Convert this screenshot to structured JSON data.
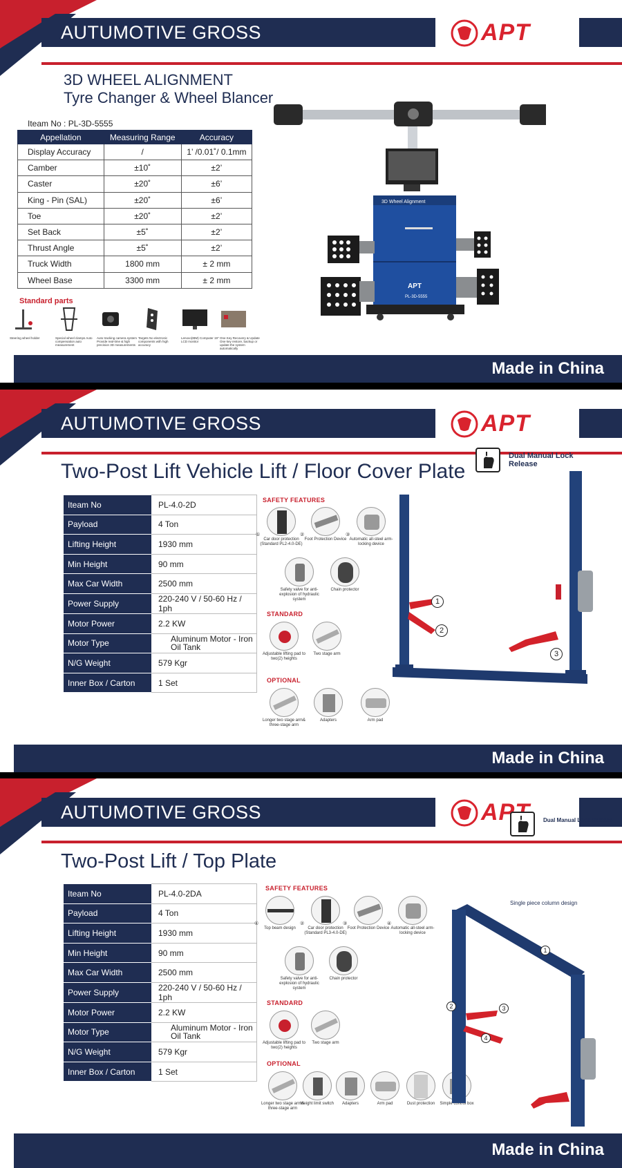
{
  "brand": {
    "company": "AUTUMOTIVE GROSS",
    "logo_text": "APT",
    "footer": "Made in China"
  },
  "page1": {
    "title": "3D WHEEL ALIGNMENT",
    "subtitle": "Tyre Changer & Wheel Blancer",
    "item_no": "Iteam No : PL-3D-5555",
    "headers": [
      "Appellation",
      "Measuring Range",
      "Accuracy"
    ],
    "rows": [
      [
        "Display Accuracy",
        "/",
        "1’ /0.01˚/ 0.1mm"
      ],
      [
        "Camber",
        "±10˚",
        "±2’"
      ],
      [
        "Caster",
        "±20˚",
        "±6’"
      ],
      [
        "King - Pin (SAL)",
        "±20˚",
        "±6’"
      ],
      [
        "Toe",
        "±20˚",
        "±2’"
      ],
      [
        "Set Back",
        "±5˚",
        "±2’"
      ],
      [
        "Thrust Angle",
        "±5˚",
        "±2’"
      ],
      [
        "Truck Width",
        "1800 mm",
        "± 2 mm"
      ],
      [
        "Wheel Base",
        "3300 mm",
        "± 2 mm"
      ]
    ],
    "standard_parts_title": "Standard parts",
    "standard_parts": [
      "Steering wheel holder",
      "Special wheel clamps Auto compensation auto measurement",
      "Auto tracking camera system Provide real-time & high precision 3D measurements",
      "Targets No electronic components with high accuracy",
      "Lenovo(IBM) Computer 19\" LCD monitor",
      "One Key Recovery & Update One key restore, backup or update the system automatically"
    ],
    "machine_label": "3D Wheel Alignment",
    "machine_model": "PL-3D-5555"
  },
  "page2": {
    "title": "Two-Post Lift Vehicle Lift / Floor Cover Plate",
    "specs": [
      [
        "Iteam No",
        "PL-4.0-2D"
      ],
      [
        "Payload",
        "4 Ton"
      ],
      [
        "Lifting Height",
        "1930 mm"
      ],
      [
        "Min Height",
        "90 mm"
      ],
      [
        "Max Car Width",
        "2500 mm"
      ],
      [
        "Power Supply",
        "220-240 V / 50-60 Hz / 1ph"
      ],
      [
        "Motor Power",
        "2.2 KW"
      ],
      [
        "Motor Type",
        "Aluminum Motor - Iron Oil Tank"
      ],
      [
        "N/G Weight",
        "579 Kgr"
      ],
      [
        "Inner Box / Carton",
        "1 Set"
      ]
    ],
    "safety_title": "SAFETY  FEATURES",
    "safety": [
      "Car door protection (Standard PL2-4.0-DE)",
      "Foot Protection Device",
      "Automatic all-steel arm-locking device",
      "Safety valve for anti-explosion of hydraulic system",
      "Chain protector"
    ],
    "standard_title": "STANDARD",
    "standard": [
      "Adjustable lifting pad to two(2) heights",
      "Two stage arm"
    ],
    "optional_title": "OPTIONAL",
    "optional": [
      "Longer two stage arm& three-stage arm",
      "Adapters",
      "Arm pad"
    ],
    "dual_lock": "Dual Manual Lock Release"
  },
  "page3": {
    "title": "Two-Post Lift / Top Plate",
    "specs": [
      [
        "Iteam No",
        "PL-4.0-2DA"
      ],
      [
        "Payload",
        "4 Ton"
      ],
      [
        "Lifting Height",
        "1930 mm"
      ],
      [
        "Min Height",
        "90 mm"
      ],
      [
        "Max Car Width",
        "2500 mm"
      ],
      [
        "Power Supply",
        "220-240 V / 50-60 Hz / 1ph"
      ],
      [
        "Motor Power",
        "2.2 KW"
      ],
      [
        "Motor Type",
        "Aluminum Motor - Iron Oil Tank"
      ],
      [
        "N/G Weight",
        "579 Kgr"
      ],
      [
        "Inner Box / Carton",
        "1 Set"
      ]
    ],
    "safety_title": "SAFETY  FEATURES",
    "safety": [
      "Top beam design",
      "Car door protection (Standard PL3-4.0-DE)",
      "Foot Protection Device",
      "Automatic all-steel arm-locking device",
      "Safety valve for anti-explosion of hydraulic system",
      "Chain protector"
    ],
    "standard_title": "STANDARD",
    "standard": [
      "Adjustable lifting pad to two(2) heights",
      "Two stage arm"
    ],
    "optional_title": "OPTIONAL",
    "optional": [
      "Longer two stage arm& three-stage arm",
      "Height limit switch",
      "Adapters",
      "Arm pad",
      "Dust protection",
      "Simple control box"
    ],
    "dual_lock": "Dual Manual Lock Release",
    "single_piece": "Single piece column design"
  },
  "colors": {
    "navy": "#1f2d52",
    "red": "#c8202d",
    "lift_blue": "#22427a",
    "lift_red": "#d3222a"
  }
}
